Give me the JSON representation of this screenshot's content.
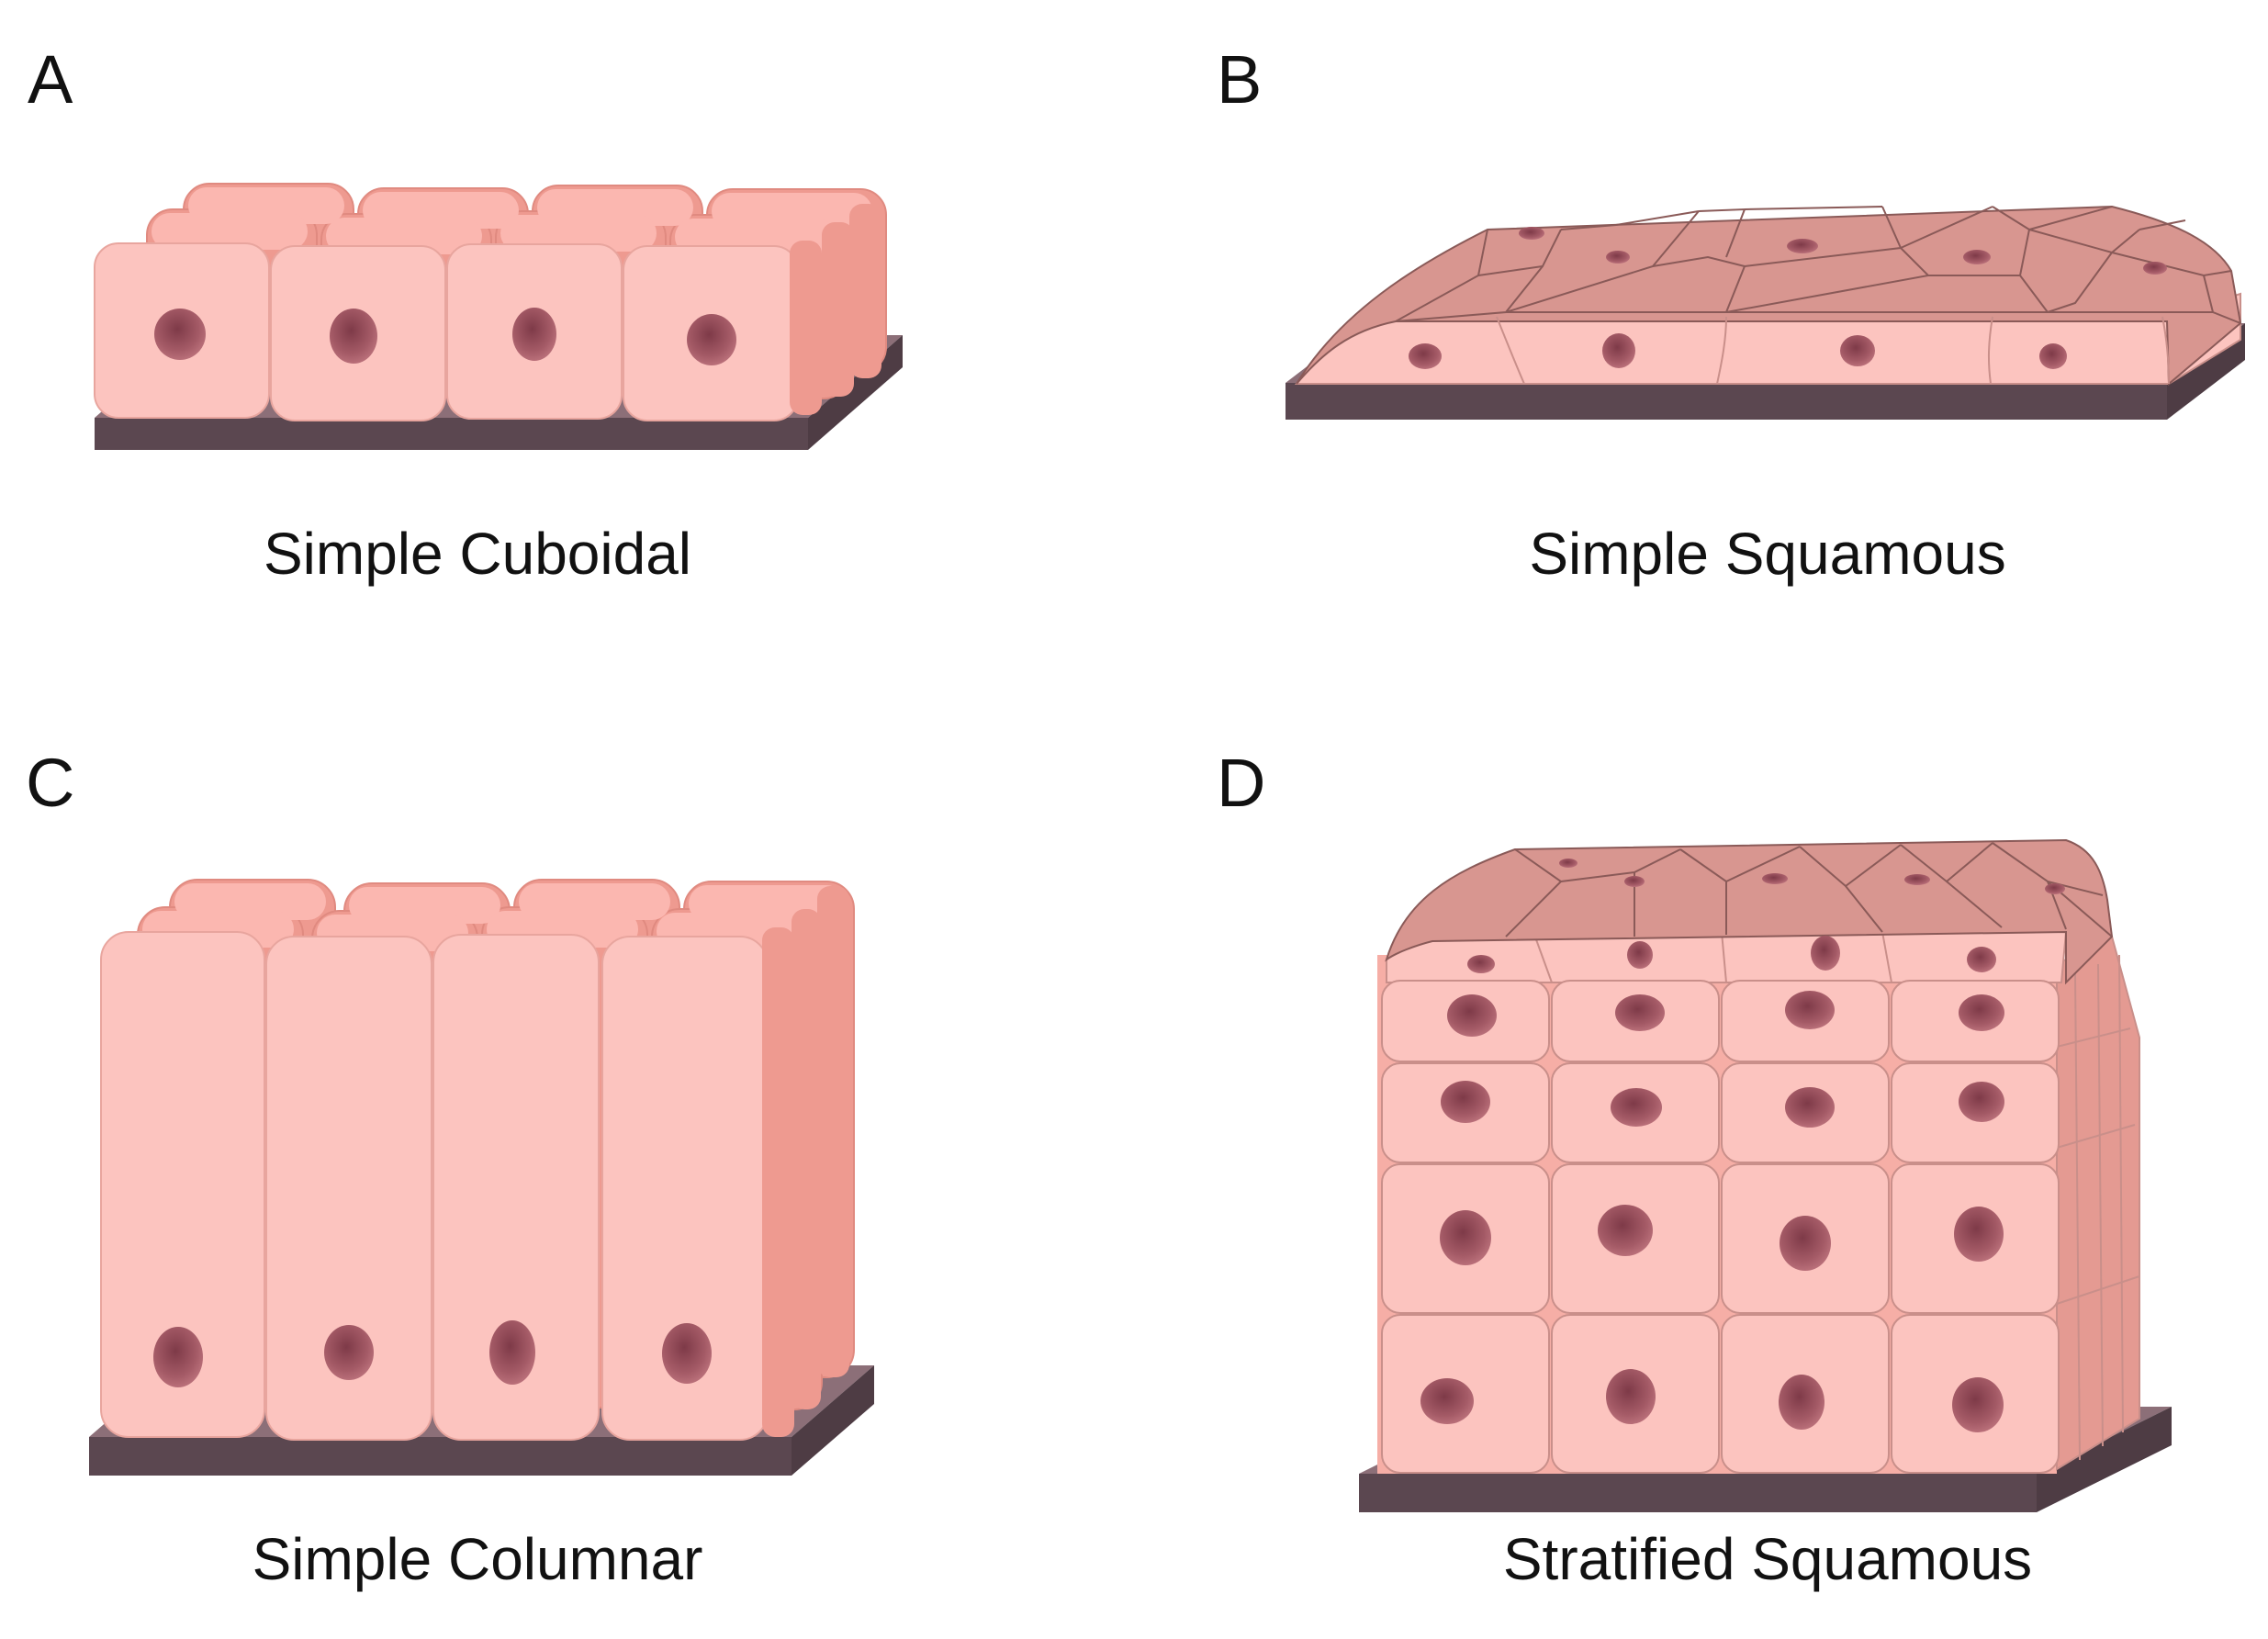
{
  "panels": [
    {
      "letter": "A",
      "caption": "Simple Cuboidal"
    },
    {
      "letter": "B",
      "caption": "Simple Squamous"
    },
    {
      "letter": "C",
      "caption": "Simple Columnar"
    },
    {
      "letter": "D",
      "caption": "Stratified Squamous"
    }
  ],
  "colors": {
    "cell_fill": "#fcc4bf",
    "cell_side": "#ee9a90",
    "cell_outline": "#c98f8a",
    "top_layer_fill": "#d89690",
    "top_layer_line": "#8a5a58",
    "nucleus_fill": "#a45a66",
    "nucleus_core": "#7e3a48",
    "basement_top": "#8c6f78",
    "basement_front": "#5b4750"
  }
}
